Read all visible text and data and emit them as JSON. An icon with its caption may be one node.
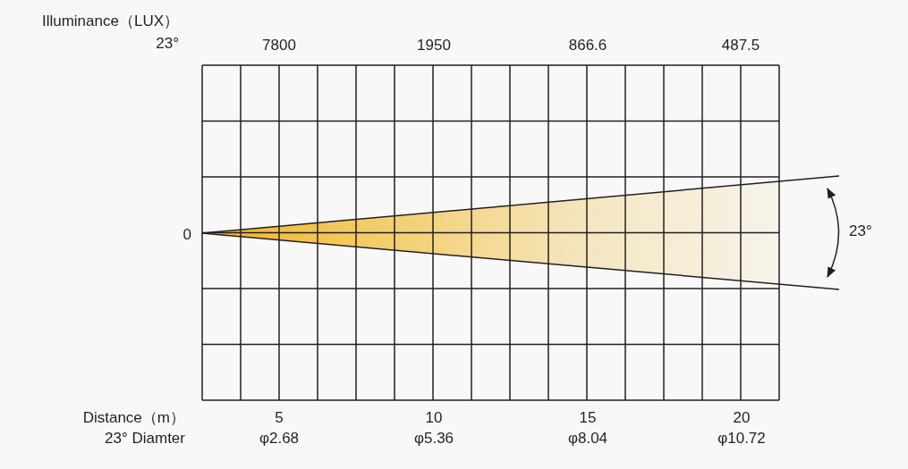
{
  "diagram": {
    "labels": [
      "Illuminance（LUX）",
      "23°",
      "7800",
      "1950",
      "866.6",
      "487.5",
      "0",
      "23°",
      "Distance（m）",
      "5",
      "10",
      "15",
      "20",
      "23° Diamter",
      "φ2.68",
      "φ5.36",
      "φ8.04",
      "φ10.72"
    ]
  }
}
